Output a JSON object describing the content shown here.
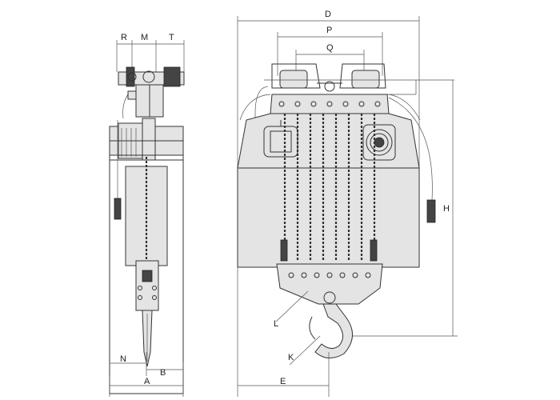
{
  "dimension_labels": {
    "side_view": {
      "R": "R",
      "M": "M",
      "T": "T",
      "N": "N",
      "B": "B",
      "A": "A"
    },
    "front_view": {
      "D": "D",
      "P": "P",
      "Q": "Q",
      "H": "H",
      "L": "L",
      "K": "K",
      "E": "E"
    }
  },
  "colors": {
    "line": "#333333",
    "body_fill": "#e4e4e4",
    "background": "#ffffff"
  }
}
